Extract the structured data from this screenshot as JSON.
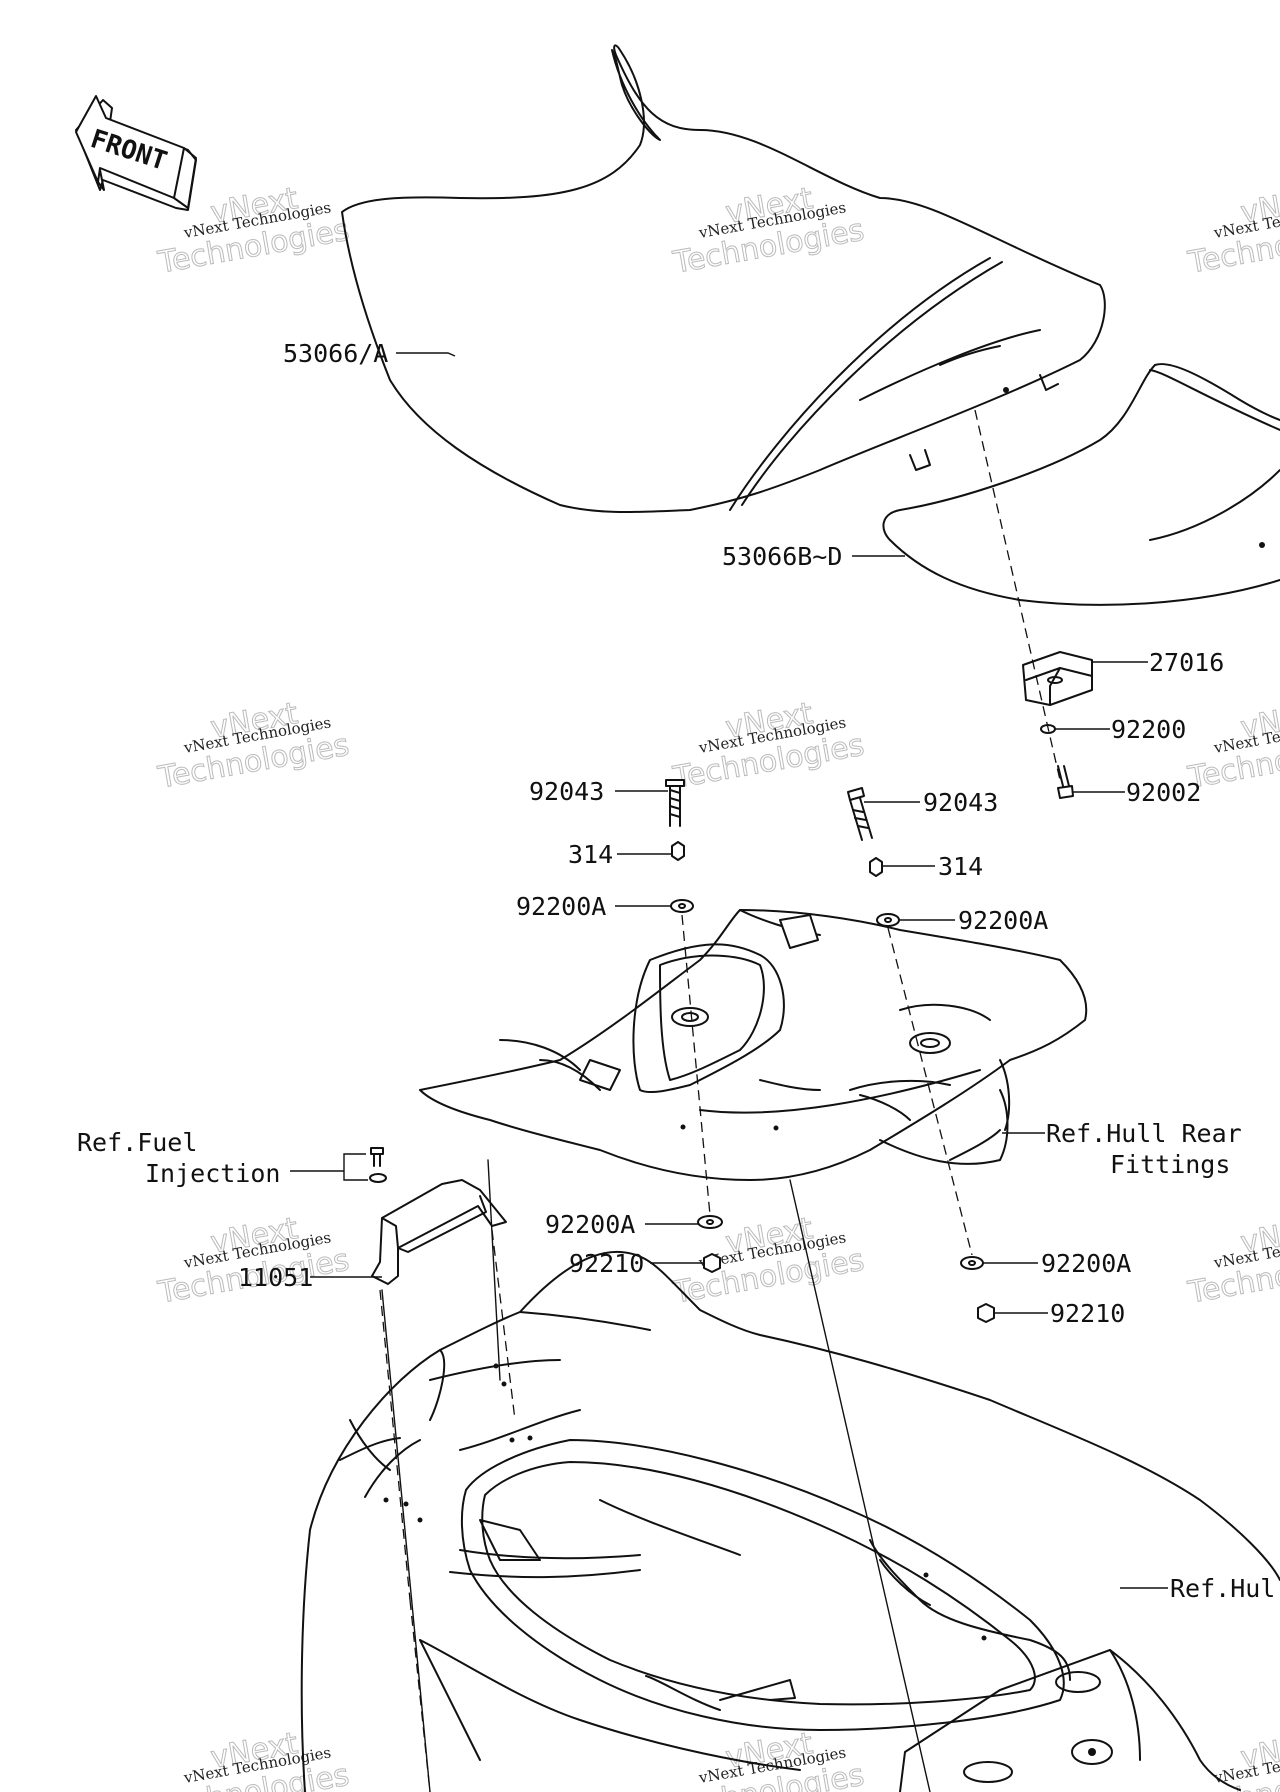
{
  "front_badge": {
    "text": "FRONT"
  },
  "callouts": [
    {
      "id": "seat-front",
      "text": "53066/A"
    },
    {
      "id": "seat-rear",
      "text": "53066B~D"
    },
    {
      "id": "bracket-27016",
      "text": "27016"
    },
    {
      "id": "washer-92200",
      "text": "92200"
    },
    {
      "id": "bolt-92002",
      "text": "92002"
    },
    {
      "id": "stud-left",
      "text": "92043"
    },
    {
      "id": "stud-right",
      "text": "92043"
    },
    {
      "id": "nut-left",
      "text": "314"
    },
    {
      "id": "nut-right",
      "text": "314"
    },
    {
      "id": "washer-left-top",
      "text": "92200A"
    },
    {
      "id": "washer-right-top",
      "text": "92200A"
    },
    {
      "id": "ref-fuel",
      "lines": [
        "Ref.Fuel",
        "Injection"
      ]
    },
    {
      "id": "ref-hull-rear",
      "lines": [
        "Ref.Hull Rear",
        "Fittings"
      ]
    },
    {
      "id": "washer-left-bottom",
      "text": "92200A"
    },
    {
      "id": "nut-left-bottom",
      "text": "92210"
    },
    {
      "id": "plate-11051",
      "text": "11051"
    },
    {
      "id": "washer-right-bottom",
      "text": "92200A"
    },
    {
      "id": "nut-right-bottom",
      "text": "92210"
    },
    {
      "id": "ref-hull",
      "text": "Ref.Hul"
    }
  ],
  "watermark": {
    "line1": "vNext Technologies",
    "line2": "Technologies",
    "line3": "vNext"
  }
}
